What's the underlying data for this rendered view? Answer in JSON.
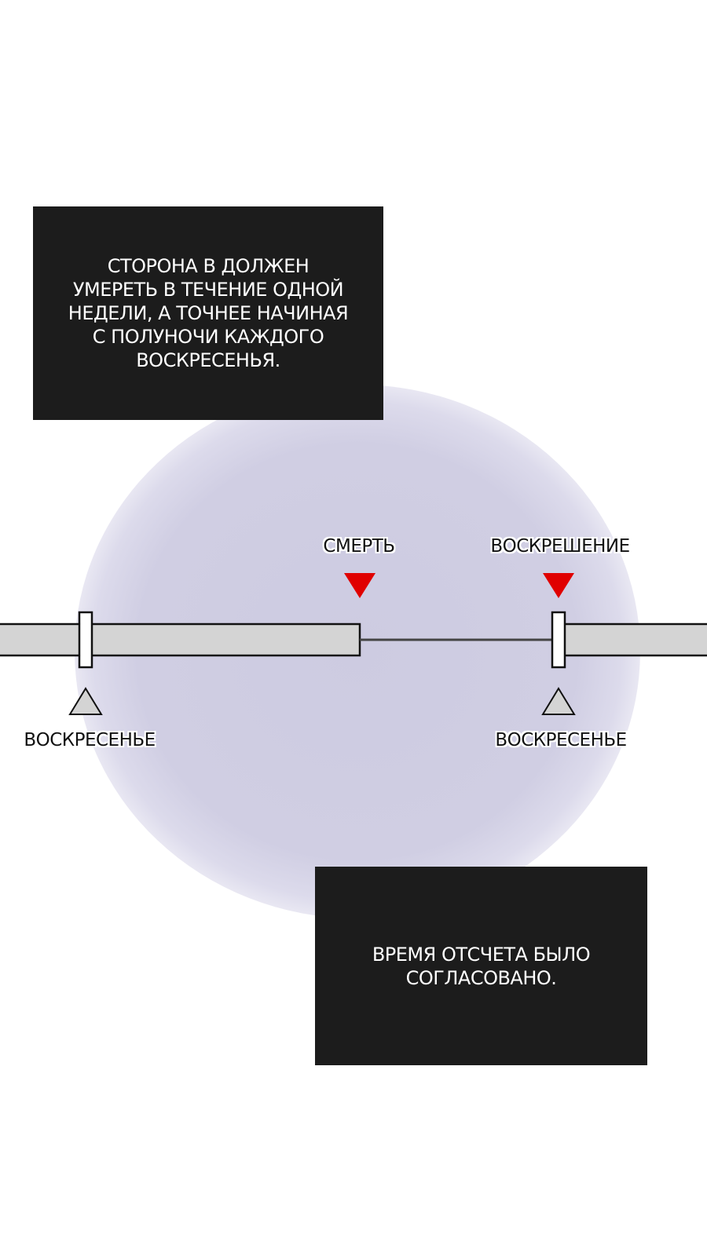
{
  "captions": {
    "rule": "Сторона В должен\nумереть в течение одной\nнедели, а точнее начиная\nс полуночи каждого\nвоскресенья.",
    "agreed": "Время отсчета было\nсогласовано."
  },
  "timeline": {
    "death_label": "Смерть",
    "resurrection_label": "Воскрешение",
    "sunday_left_label": "Воскресенье",
    "sunday_right_label": "Воскресенье"
  },
  "colors": {
    "caption_bg": "#1c1c1c",
    "marker_red": "#e00000",
    "bar_fill": "#d4d4d4",
    "glow": "#cfcde3"
  }
}
